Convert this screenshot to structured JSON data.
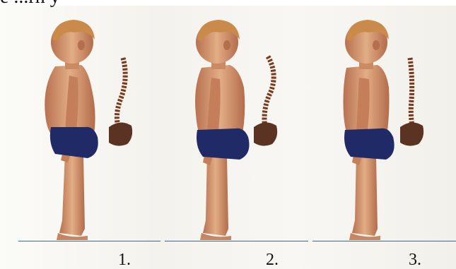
{
  "top_text": "e ...rn y",
  "figures": [
    {
      "caption": "1.",
      "posture": "normal"
    },
    {
      "caption": "2.",
      "posture": "round-back"
    },
    {
      "caption": "3.",
      "posture": "flat-back"
    }
  ],
  "colors": {
    "skin": "#d9a079",
    "skin_shadow": "#a8694a",
    "hair": "#c98a4a",
    "briefs": "#1f2a66",
    "spine": "#7a3a1c",
    "ground": "#3e6a8a"
  }
}
